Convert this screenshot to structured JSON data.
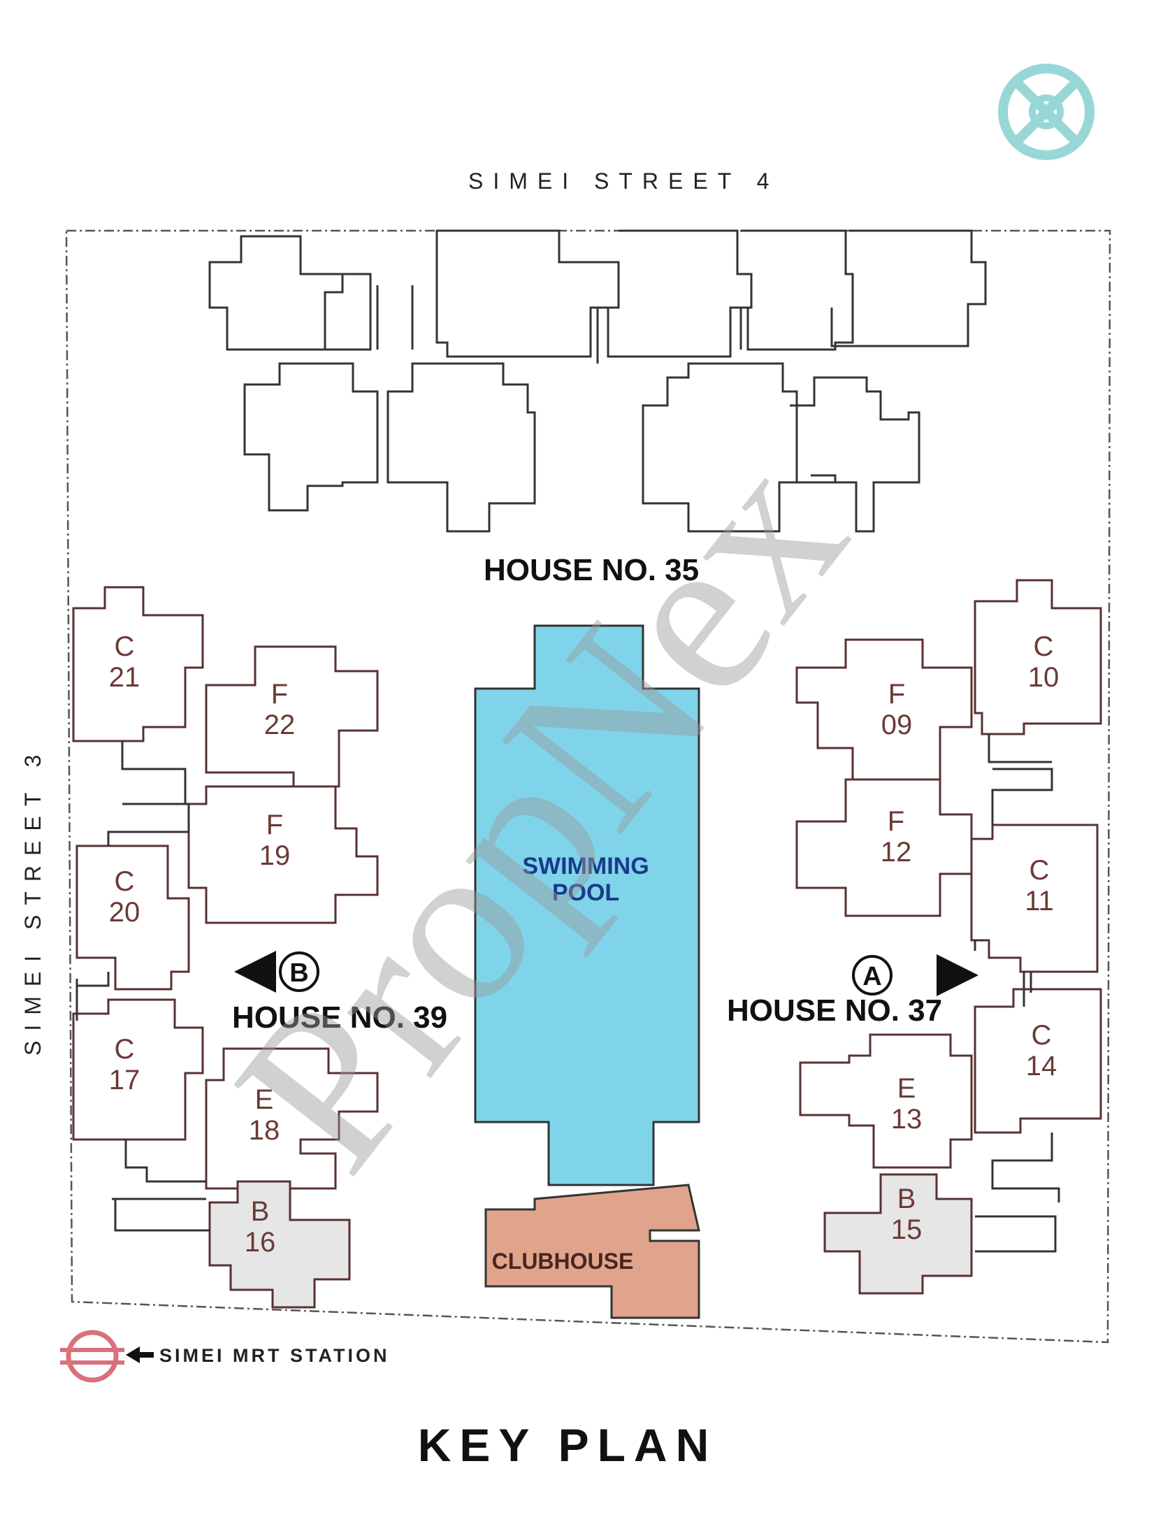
{
  "streets": {
    "north": "SIMEI STREET 4",
    "west": "SIMEI STREET 3"
  },
  "houses": {
    "top": "HOUSE NO. 35",
    "left": "HOUSE NO. 39",
    "right": "HOUSE NO. 37"
  },
  "markers": {
    "left": "B",
    "right": "A"
  },
  "facilities": {
    "pool_line1": "SWIMMING",
    "pool_line2": "POOL",
    "clubhouse": "CLUBHOUSE"
  },
  "units_left": [
    {
      "type": "C",
      "no": "21"
    },
    {
      "type": "F",
      "no": "22"
    },
    {
      "type": "F",
      "no": "19"
    },
    {
      "type": "C",
      "no": "20"
    },
    {
      "type": "C",
      "no": "17"
    },
    {
      "type": "E",
      "no": "18"
    },
    {
      "type": "B",
      "no": "16"
    }
  ],
  "units_right": [
    {
      "type": "F",
      "no": "09"
    },
    {
      "type": "C",
      "no": "10"
    },
    {
      "type": "F",
      "no": "12"
    },
    {
      "type": "C",
      "no": "11"
    },
    {
      "type": "C",
      "no": "14"
    },
    {
      "type": "E",
      "no": "13"
    },
    {
      "type": "B",
      "no": "15"
    }
  ],
  "mrt_label": "SIMEI MRT STATION",
  "title": "KEY PLAN",
  "watermark": "PropNex",
  "icons": [
    "compass-icon",
    "mrt-logo-icon",
    "arrow-left-icon",
    "arrow-right-icon"
  ],
  "colors": {
    "pool": "#7fd4ea",
    "pool_text": "#1a3a8a",
    "clubhouse": "#e0a48c",
    "clubhouse_text": "#4a2520",
    "unit_outline": "#5a3030",
    "unit_text": "#6b3a36",
    "compass": "#8fd3d3",
    "mrt_logo": "#d9707a",
    "watermark": "#9a9a9a"
  }
}
